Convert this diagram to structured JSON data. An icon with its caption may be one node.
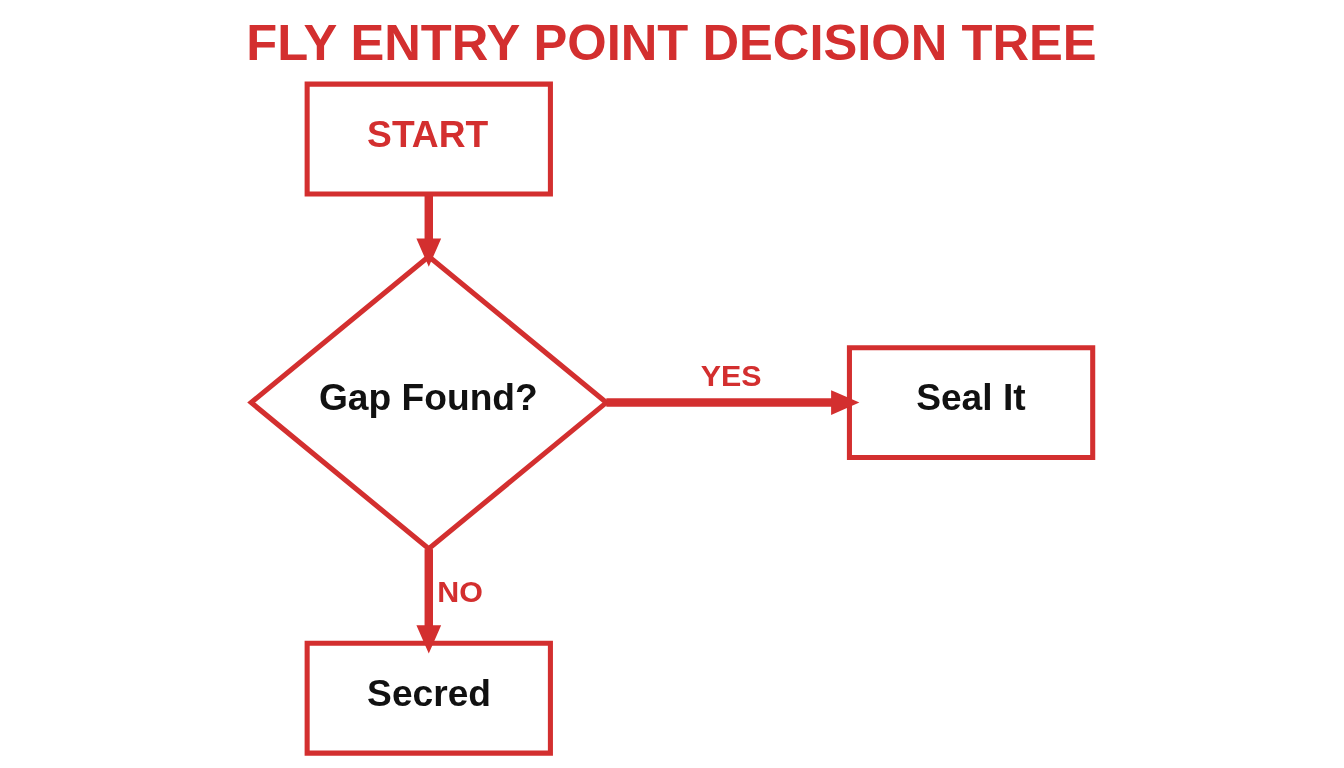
{
  "diagram": {
    "title": "FLY ENTRY POINT DECISION TREE",
    "nodes": [
      {
        "text": [
          "START"
        ]
      },
      {
        "text": [
          "Gap Found?"
        ]
      },
      {
        "text": [
          "Seal It"
        ]
      },
      {
        "text": [
          "Secred"
        ]
      }
    ],
    "edges": [
      {
        "from": 0,
        "to": 1,
        "arrow": "to"
      },
      {
        "from": 1,
        "to": 2,
        "arrow": "to",
        "label": "YES"
      },
      {
        "from": 1,
        "to": 3,
        "arrow": "to",
        "label": "NO"
      }
    ]
  }
}
